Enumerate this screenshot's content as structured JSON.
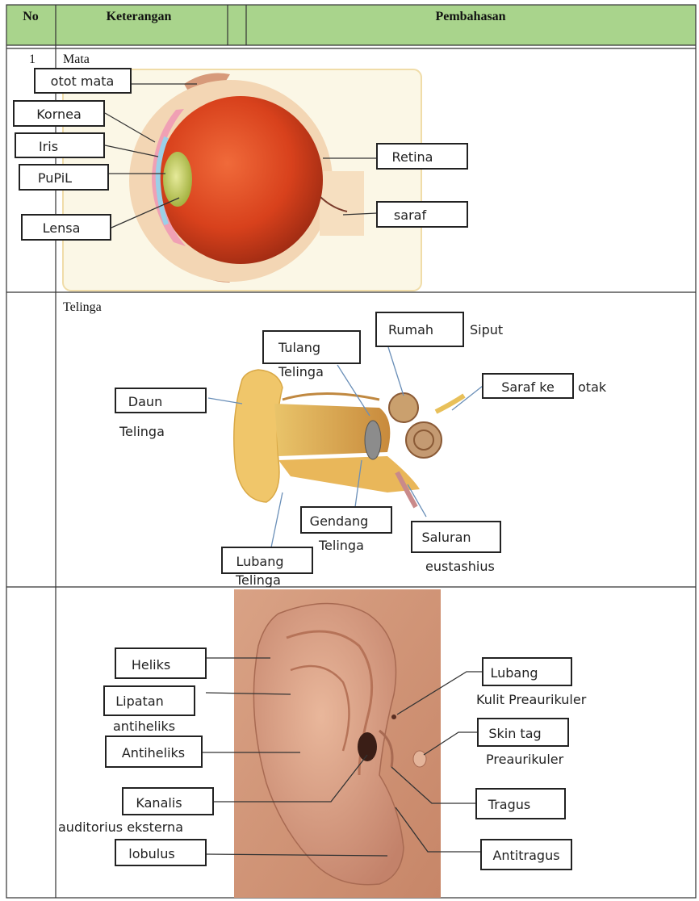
{
  "table": {
    "header": {
      "no": "No",
      "keterangan": "Keterangan",
      "pembahasan": "Pembahasan"
    },
    "header_color": "#a9d48c",
    "rows": [
      {
        "no": "1",
        "title": "Mata"
      },
      {
        "no": "",
        "title": "Telinga"
      },
      {
        "no": "",
        "title": ""
      }
    ]
  },
  "eye": {
    "labels": {
      "otot_mata": "otot mata",
      "kornea": "Kornea",
      "iris": "Iris",
      "pupil": "PuPiL",
      "lensa": "Lensa",
      "retina": "Retina",
      "saraf": "saraf"
    }
  },
  "ear_inner": {
    "labels": {
      "tulang_1": "Tulang",
      "tulang_2": "Telinga",
      "rumah_1": "Rumah",
      "rumah_2": "Siput",
      "saraf_1": "Saraf ke",
      "saraf_2": "otak",
      "daun_1": "Daun",
      "daun_2": "Telinga",
      "gendang_1": "Gendang",
      "gendang_2": "Telinga",
      "saluran_1": "Saluran",
      "saluran_2": "eustashius",
      "lubang_1": "Lubang",
      "lubang_2": "Telinga"
    }
  },
  "ear_outer": {
    "labels": {
      "heliks": "Heliks",
      "lipatan_1": "Lipatan",
      "lipatan_2": "antiheliks",
      "antiheliks": "Antiheliks",
      "kanalis_1": "Kanalis",
      "kanalis_2": "auditorius eksterna",
      "lobulus": "lobulus",
      "lubang_1": "Lubang",
      "lubang_2": "Kulit Preaurikuler",
      "skin_1": "Skin tag",
      "skin_2": "Preaurikuler",
      "tragus": "Tragus",
      "antitragus": "Antitragus"
    }
  }
}
